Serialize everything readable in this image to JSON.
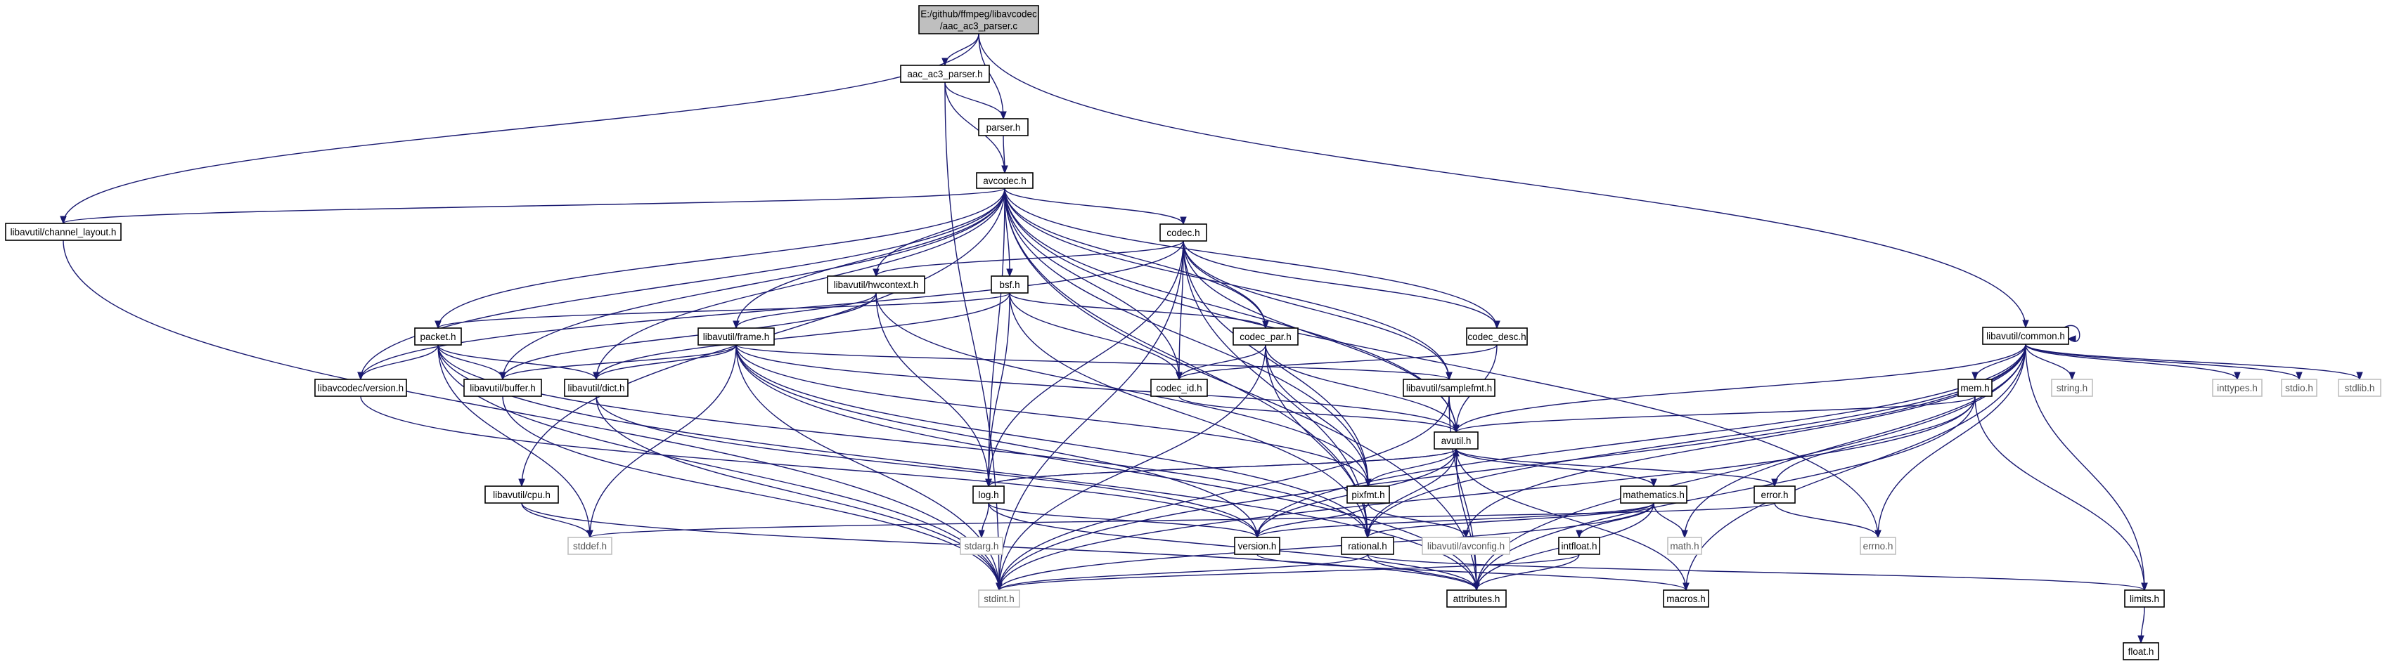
{
  "diagram": {
    "type": "include-dependency-graph",
    "nodes": [
      {
        "id": "root",
        "label": [
          "E:/github/ffmpeg/libavcodec",
          "/aac_ac3_parser.c"
        ],
        "kind": "root"
      },
      {
        "id": "aacac3h",
        "label": [
          "aac_ac3_parser.h"
        ],
        "kind": "node"
      },
      {
        "id": "parserh",
        "label": [
          "parser.h"
        ],
        "kind": "node"
      },
      {
        "id": "avcodech",
        "label": [
          "avcodec.h"
        ],
        "kind": "node"
      },
      {
        "id": "chlayout",
        "label": [
          "libavutil/channel_layout.h"
        ],
        "kind": "node"
      },
      {
        "id": "codech",
        "label": [
          "codec.h"
        ],
        "kind": "node"
      },
      {
        "id": "hwctx",
        "label": [
          "libavutil/hwcontext.h"
        ],
        "kind": "node"
      },
      {
        "id": "bsfh",
        "label": [
          "bsf.h"
        ],
        "kind": "node"
      },
      {
        "id": "packeth",
        "label": [
          "packet.h"
        ],
        "kind": "node"
      },
      {
        "id": "frameh",
        "label": [
          "libavutil/frame.h"
        ],
        "kind": "node"
      },
      {
        "id": "codecpar",
        "label": [
          "codec_par.h"
        ],
        "kind": "node"
      },
      {
        "id": "codecdesc",
        "label": [
          "codec_desc.h"
        ],
        "kind": "node"
      },
      {
        "id": "avcversion",
        "label": [
          "libavcodec/version.h"
        ],
        "kind": "node"
      },
      {
        "id": "bufferh",
        "label": [
          "libavutil/buffer.h"
        ],
        "kind": "node"
      },
      {
        "id": "dicth",
        "label": [
          "libavutil/dict.h"
        ],
        "kind": "node"
      },
      {
        "id": "codecid",
        "label": [
          "codec_id.h"
        ],
        "kind": "node"
      },
      {
        "id": "samplefmt",
        "label": [
          "libavutil/samplefmt.h"
        ],
        "kind": "node"
      },
      {
        "id": "commonh",
        "label": [
          "libavutil/common.h"
        ],
        "kind": "node"
      },
      {
        "id": "memh",
        "label": [
          "mem.h"
        ],
        "kind": "node"
      },
      {
        "id": "stringh",
        "label": [
          "string.h"
        ],
        "kind": "ext"
      },
      {
        "id": "inttypes",
        "label": [
          "inttypes.h"
        ],
        "kind": "ext"
      },
      {
        "id": "stdioh",
        "label": [
          "stdio.h"
        ],
        "kind": "ext"
      },
      {
        "id": "stdlibh",
        "label": [
          "stdlib.h"
        ],
        "kind": "ext"
      },
      {
        "id": "avutilh",
        "label": [
          "avutil.h"
        ],
        "kind": "node"
      },
      {
        "id": "cpuh",
        "label": [
          "libavutil/cpu.h"
        ],
        "kind": "node"
      },
      {
        "id": "logh",
        "label": [
          "log.h"
        ],
        "kind": "node"
      },
      {
        "id": "pixfmt",
        "label": [
          "pixfmt.h"
        ],
        "kind": "node"
      },
      {
        "id": "mathem",
        "label": [
          "mathematics.h"
        ],
        "kind": "node"
      },
      {
        "id": "errorh",
        "label": [
          "error.h"
        ],
        "kind": "node"
      },
      {
        "id": "stddef",
        "label": [
          "stddef.h"
        ],
        "kind": "ext"
      },
      {
        "id": "stdarg",
        "label": [
          "stdarg.h"
        ],
        "kind": "ext"
      },
      {
        "id": "versionh",
        "label": [
          "version.h"
        ],
        "kind": "node"
      },
      {
        "id": "rationalh",
        "label": [
          "rational.h"
        ],
        "kind": "node"
      },
      {
        "id": "avconfig",
        "label": [
          "libavutil/avconfig.h"
        ],
        "kind": "ext"
      },
      {
        "id": "intfloat",
        "label": [
          "intfloat.h"
        ],
        "kind": "node"
      },
      {
        "id": "mathh",
        "label": [
          "math.h"
        ],
        "kind": "ext"
      },
      {
        "id": "errnoh",
        "label": [
          "errno.h"
        ],
        "kind": "ext"
      },
      {
        "id": "stdinth",
        "label": [
          "stdint.h"
        ],
        "kind": "ext"
      },
      {
        "id": "attrs",
        "label": [
          "attributes.h"
        ],
        "kind": "node"
      },
      {
        "id": "macros",
        "label": [
          "macros.h"
        ],
        "kind": "node"
      },
      {
        "id": "limitsh",
        "label": [
          "limits.h"
        ],
        "kind": "node"
      },
      {
        "id": "floath",
        "label": [
          "float.h"
        ],
        "kind": "node"
      }
    ],
    "edges": [
      [
        "root",
        "aacac3h"
      ],
      [
        "root",
        "parserh"
      ],
      [
        "root",
        "chlayout"
      ],
      [
        "root",
        "commonh"
      ],
      [
        "aacac3h",
        "parserh"
      ],
      [
        "aacac3h",
        "avcodech"
      ],
      [
        "aacac3h",
        "stdinth"
      ],
      [
        "parserh",
        "avcodech"
      ],
      [
        "avcodech",
        "chlayout"
      ],
      [
        "avcodech",
        "codech"
      ],
      [
        "avcodech",
        "hwctx"
      ],
      [
        "avcodech",
        "bsfh"
      ],
      [
        "avcodech",
        "packeth"
      ],
      [
        "avcodech",
        "frameh"
      ],
      [
        "avcodech",
        "codecpar"
      ],
      [
        "avcodech",
        "codecdesc"
      ],
      [
        "avcodech",
        "avcversion"
      ],
      [
        "avcodech",
        "bufferh"
      ],
      [
        "avcodech",
        "dicth"
      ],
      [
        "avcodech",
        "codecid"
      ],
      [
        "avcodech",
        "samplefmt"
      ],
      [
        "avcodech",
        "avutilh"
      ],
      [
        "avcodech",
        "cpuh"
      ],
      [
        "avcodech",
        "logh"
      ],
      [
        "avcodech",
        "pixfmt"
      ],
      [
        "avcodech",
        "rationalh"
      ],
      [
        "avcodech",
        "errnoh"
      ],
      [
        "avcodech",
        "attrs"
      ],
      [
        "chlayout",
        "stdinth"
      ],
      [
        "codech",
        "hwctx"
      ],
      [
        "codech",
        "codecpar"
      ],
      [
        "codech",
        "codecdesc"
      ],
      [
        "codech",
        "codecid"
      ],
      [
        "codech",
        "samplefmt"
      ],
      [
        "codech",
        "avutilh"
      ],
      [
        "codech",
        "logh"
      ],
      [
        "codech",
        "pixfmt"
      ],
      [
        "codech",
        "rationalh"
      ],
      [
        "codech",
        "stdinth"
      ],
      [
        "codech",
        "avcversion"
      ],
      [
        "hwctx",
        "frameh"
      ],
      [
        "hwctx",
        "bufferh"
      ],
      [
        "hwctx",
        "logh"
      ],
      [
        "hwctx",
        "pixfmt"
      ],
      [
        "bsfh",
        "packeth"
      ],
      [
        "bsfh",
        "codecpar"
      ],
      [
        "bsfh",
        "codecid"
      ],
      [
        "bsfh",
        "dicth"
      ],
      [
        "bsfh",
        "logh"
      ],
      [
        "bsfh",
        "rationalh"
      ],
      [
        "packeth",
        "avcversion"
      ],
      [
        "packeth",
        "bufferh"
      ],
      [
        "packeth",
        "dicth"
      ],
      [
        "packeth",
        "stdinth"
      ],
      [
        "packeth",
        "stddef"
      ],
      [
        "packeth",
        "attrs"
      ],
      [
        "packeth",
        "rationalh"
      ],
      [
        "frameh",
        "bufferh"
      ],
      [
        "frameh",
        "dicth"
      ],
      [
        "frameh",
        "samplefmt"
      ],
      [
        "frameh",
        "avutilh"
      ],
      [
        "frameh",
        "pixfmt"
      ],
      [
        "frameh",
        "rationalh"
      ],
      [
        "frameh",
        "stdinth"
      ],
      [
        "frameh",
        "stddef"
      ],
      [
        "frameh",
        "versionh"
      ],
      [
        "frameh",
        "attrs"
      ],
      [
        "codecpar",
        "codecid"
      ],
      [
        "codecpar",
        "avutilh"
      ],
      [
        "codecpar",
        "pixfmt"
      ],
      [
        "codecpar",
        "rationalh"
      ],
      [
        "codecpar",
        "stdinth"
      ],
      [
        "codecdesc",
        "codecid"
      ],
      [
        "codecdesc",
        "avutilh"
      ],
      [
        "avcversion",
        "versionh"
      ],
      [
        "bufferh",
        "stdinth"
      ],
      [
        "dicth",
        "stdinth"
      ],
      [
        "dicth",
        "versionh"
      ],
      [
        "codecid",
        "avutilh"
      ],
      [
        "samplefmt",
        "avutilh"
      ],
      [
        "samplefmt",
        "attrs"
      ],
      [
        "samplefmt",
        "stdinth"
      ],
      [
        "cpuh",
        "stddef"
      ],
      [
        "cpuh",
        "attrs"
      ],
      [
        "commonh",
        "commonh"
      ],
      [
        "commonh",
        "memh"
      ],
      [
        "commonh",
        "stringh"
      ],
      [
        "commonh",
        "inttypes"
      ],
      [
        "commonh",
        "stdioh"
      ],
      [
        "commonh",
        "stdlibh"
      ],
      [
        "commonh",
        "avutilh"
      ],
      [
        "commonh",
        "errnoh"
      ],
      [
        "commonh",
        "limitsh"
      ],
      [
        "commonh",
        "mathh"
      ],
      [
        "commonh",
        "stdinth"
      ],
      [
        "commonh",
        "attrs"
      ],
      [
        "commonh",
        "macros"
      ],
      [
        "commonh",
        "versionh"
      ],
      [
        "commonh",
        "rationalh"
      ],
      [
        "commonh",
        "avconfig"
      ],
      [
        "memh",
        "avutilh"
      ],
      [
        "memh",
        "errorh"
      ],
      [
        "memh",
        "limitsh"
      ],
      [
        "memh",
        "stdinth"
      ],
      [
        "memh",
        "attrs"
      ],
      [
        "avutilh",
        "logh"
      ],
      [
        "avutilh",
        "pixfmt"
      ],
      [
        "avutilh",
        "mathem"
      ],
      [
        "avutilh",
        "errorh"
      ],
      [
        "avutilh",
        "rationalh"
      ],
      [
        "avutilh",
        "versionh"
      ],
      [
        "avutilh",
        "macros"
      ],
      [
        "avutilh",
        "attrs"
      ],
      [
        "logh",
        "avutilh"
      ],
      [
        "logh",
        "stdarg"
      ],
      [
        "logh",
        "versionh"
      ],
      [
        "logh",
        "attrs"
      ],
      [
        "pixfmt",
        "avconfig"
      ],
      [
        "pixfmt",
        "versionh"
      ],
      [
        "mathem",
        "stdinth"
      ],
      [
        "mathem",
        "mathh"
      ],
      [
        "mathem",
        "attrs"
      ],
      [
        "mathem",
        "rationalh"
      ],
      [
        "mathem",
        "intfloat"
      ],
      [
        "mathem",
        "versionh"
      ],
      [
        "errorh",
        "errnoh"
      ],
      [
        "errorh",
        "stddef"
      ],
      [
        "versionh",
        "macros"
      ],
      [
        "rationalh",
        "stdinth"
      ],
      [
        "rationalh",
        "limitsh"
      ],
      [
        "rationalh",
        "attrs"
      ],
      [
        "intfloat",
        "stdinth"
      ],
      [
        "intfloat",
        "attrs"
      ],
      [
        "limitsh",
        "floath"
      ]
    ]
  }
}
